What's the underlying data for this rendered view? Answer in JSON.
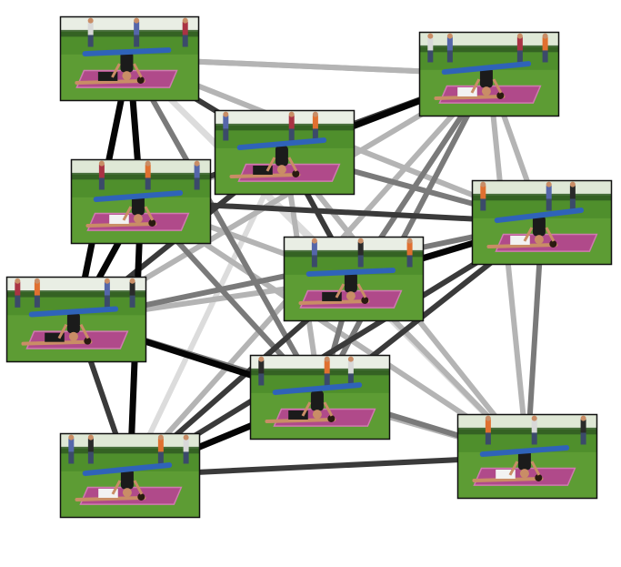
{
  "colors": {
    "background": "#ffffff",
    "edge_black": "#050505",
    "edge_dark": "#3a3a3a",
    "edge_mid": "#7a7a7a",
    "edge_light": "#b4b4b4",
    "edge_pale": "#dcdcdc",
    "grass": "#4f8f2c",
    "grass_light": "#6aa83c",
    "mat": "#b04a8a",
    "mat_light": "#d07ab0",
    "hedge": "#2f5a22",
    "skin": "#c98d66",
    "shirt_dark": "#1b1b1b",
    "shirt_white": "#f2f2f2",
    "pants_blue": "#2f63b8",
    "frame": "#111111"
  },
  "diagram": {
    "kind": "similarity graph of acrobatic-yoga pose photographs",
    "nodes": [
      {
        "id": "n1",
        "image": "photo-pose-1"
      },
      {
        "id": "n2",
        "image": "photo-pose-2"
      },
      {
        "id": "n3",
        "image": "photo-pose-3"
      },
      {
        "id": "n4",
        "image": "photo-pose-4"
      },
      {
        "id": "n5",
        "image": "photo-pose-5"
      },
      {
        "id": "n6",
        "image": "photo-pose-6"
      },
      {
        "id": "n7",
        "image": "photo-pose-7"
      },
      {
        "id": "n8",
        "image": "photo-pose-8"
      },
      {
        "id": "n9",
        "image": "photo-pose-9"
      },
      {
        "id": "n10",
        "image": "photo-pose-10"
      }
    ],
    "edges": [
      {
        "source": "n1",
        "target": "n2",
        "strength": "light"
      },
      {
        "source": "n1",
        "target": "n3",
        "strength": "dark"
      },
      {
        "source": "n1",
        "target": "n4",
        "strength": "black"
      },
      {
        "source": "n1",
        "target": "n5",
        "strength": "black"
      },
      {
        "source": "n1",
        "target": "n6",
        "strength": "light"
      },
      {
        "source": "n1",
        "target": "n9",
        "strength": "mid"
      },
      {
        "source": "n1",
        "target": "n7",
        "strength": "pale"
      },
      {
        "source": "n2",
        "target": "n3",
        "strength": "black"
      },
      {
        "source": "n2",
        "target": "n4",
        "strength": "dark"
      },
      {
        "source": "n2",
        "target": "n7",
        "strength": "mid"
      },
      {
        "source": "n2",
        "target": "n6",
        "strength": "light"
      },
      {
        "source": "n2",
        "target": "n8",
        "strength": "light"
      },
      {
        "source": "n2",
        "target": "n5",
        "strength": "light"
      },
      {
        "source": "n2",
        "target": "n9",
        "strength": "mid"
      },
      {
        "source": "n2",
        "target": "n10",
        "strength": "light"
      },
      {
        "source": "n3",
        "target": "n7",
        "strength": "dark"
      },
      {
        "source": "n3",
        "target": "n4",
        "strength": "light"
      },
      {
        "source": "n3",
        "target": "n5",
        "strength": "dark"
      },
      {
        "source": "n3",
        "target": "n6",
        "strength": "mid"
      },
      {
        "source": "n3",
        "target": "n10",
        "strength": "light"
      },
      {
        "source": "n3",
        "target": "n9",
        "strength": "light"
      },
      {
        "source": "n4",
        "target": "n5",
        "strength": "black"
      },
      {
        "source": "n4",
        "target": "n8",
        "strength": "black"
      },
      {
        "source": "n4",
        "target": "n6",
        "strength": "dark"
      },
      {
        "source": "n4",
        "target": "n7",
        "strength": "light"
      },
      {
        "source": "n4",
        "target": "n9",
        "strength": "mid"
      },
      {
        "source": "n4",
        "target": "n10",
        "strength": "light"
      },
      {
        "source": "n5",
        "target": "n9",
        "strength": "black"
      },
      {
        "source": "n5",
        "target": "n6",
        "strength": "mid"
      },
      {
        "source": "n5",
        "target": "n8",
        "strength": "dark"
      },
      {
        "source": "n5",
        "target": "n10",
        "strength": "mid"
      },
      {
        "source": "n5",
        "target": "n7",
        "strength": "light"
      },
      {
        "source": "n6",
        "target": "n7",
        "strength": "black"
      },
      {
        "source": "n6",
        "target": "n8",
        "strength": "dark"
      },
      {
        "source": "n6",
        "target": "n9",
        "strength": "dark"
      },
      {
        "source": "n6",
        "target": "n10",
        "strength": "mid"
      },
      {
        "source": "n7",
        "target": "n8",
        "strength": "dark"
      },
      {
        "source": "n7",
        "target": "n9",
        "strength": "mid"
      },
      {
        "source": "n7",
        "target": "n10",
        "strength": "light"
      },
      {
        "source": "n8",
        "target": "n9",
        "strength": "black"
      },
      {
        "source": "n8",
        "target": "n10",
        "strength": "dark"
      },
      {
        "source": "n9",
        "target": "n10",
        "strength": "light"
      },
      {
        "source": "n3",
        "target": "n8",
        "strength": "pale"
      },
      {
        "source": "n1",
        "target": "n10",
        "strength": "pale"
      },
      {
        "source": "n2",
        "target": "n1",
        "strength": "light"
      }
    ]
  }
}
